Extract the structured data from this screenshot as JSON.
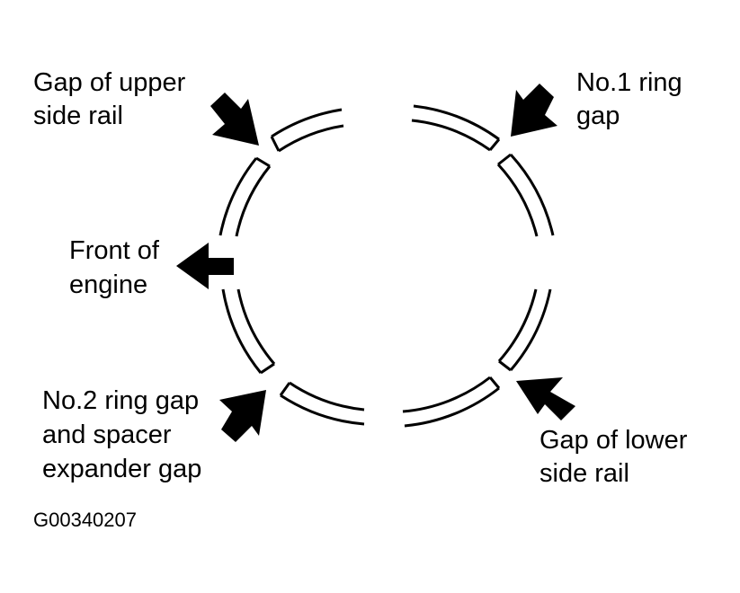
{
  "labels": {
    "upper_side_rail": [
      "Gap of upper",
      "side rail"
    ],
    "no1_ring": [
      "No.1 ring",
      "gap"
    ],
    "front": [
      "Front of",
      "engine"
    ],
    "no2_ring": [
      "No.2 ring gap",
      "and spacer",
      "expander gap"
    ],
    "lower_side_rail": [
      "Gap of lower",
      "side rail"
    ],
    "figure_id": "G00340207"
  },
  "colors": {
    "ink": "#000000",
    "background": "#ffffff"
  }
}
